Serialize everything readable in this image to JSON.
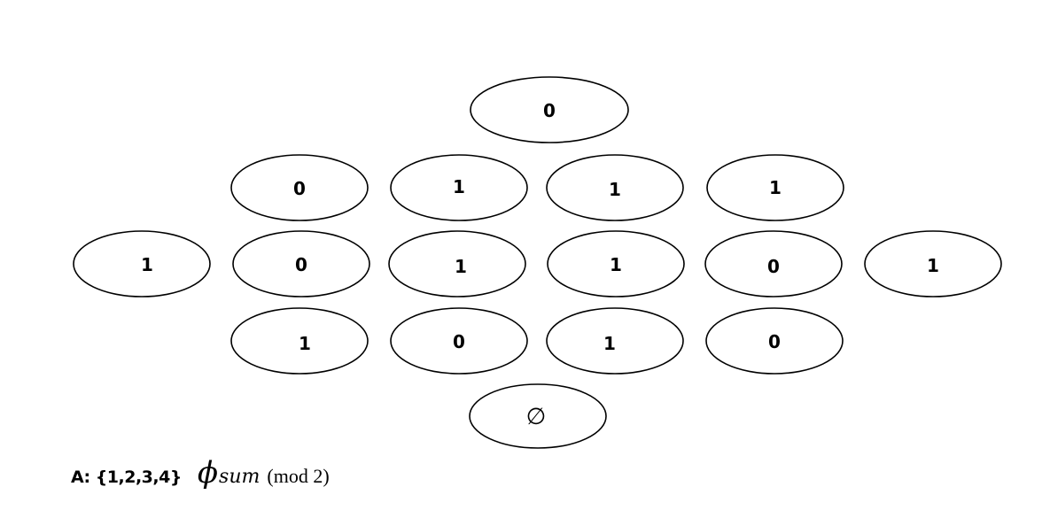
{
  "nodes": [
    {
      "label": "0"
    },
    {
      "label": "0"
    },
    {
      "label": "1"
    },
    {
      "label": "1"
    },
    {
      "label": "1"
    },
    {
      "label": "1"
    },
    {
      "label": "0"
    },
    {
      "label": "1"
    },
    {
      "label": "1"
    },
    {
      "label": "0"
    },
    {
      "label": "1"
    },
    {
      "label": "1"
    },
    {
      "label": "0"
    },
    {
      "label": "1"
    },
    {
      "label": "0"
    },
    {
      "label": "∅"
    }
  ],
  "caption": {
    "set_label": "A: {1,2,3,4}",
    "phi": "ϕ",
    "subscript": "sum",
    "mod": "(mod 2)"
  }
}
